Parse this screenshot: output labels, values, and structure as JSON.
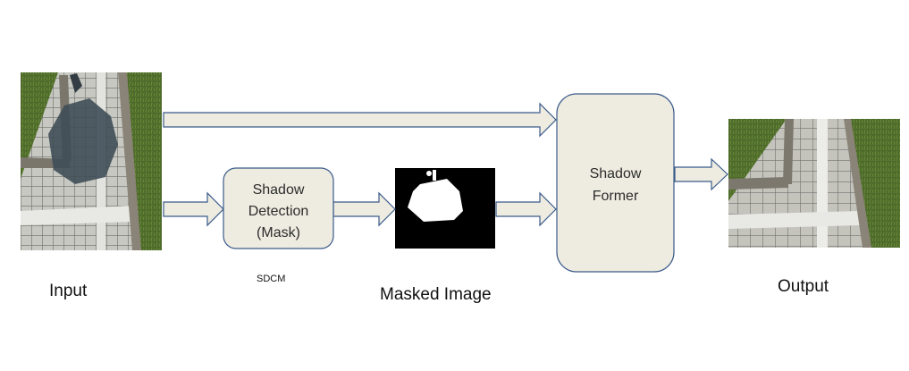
{
  "labels": {
    "input": "Input",
    "sdcm": "SDCM",
    "masked_image": "Masked Image",
    "output": "Output"
  },
  "boxes": {
    "shadow_detection": [
      "Shadow",
      "Detection",
      "(Mask)"
    ],
    "shadow_former": [
      "Shadow",
      "Former"
    ]
  },
  "colors": {
    "box_fill": "#eeece1",
    "box_stroke": "#3a5a8a",
    "arrow_fill": "#eeece1",
    "arrow_stroke": "#3a5a8a",
    "grass": "#4f6a2c",
    "tile": "#c9c9c4",
    "shadow": "#3f4e58",
    "mask_bg": "#000000",
    "mask_fg": "#ffffff"
  },
  "images": {
    "input": "pavement-photo-with-shadow",
    "masked": "binary-shadow-mask",
    "output": "pavement-photo-shadow-removed"
  }
}
